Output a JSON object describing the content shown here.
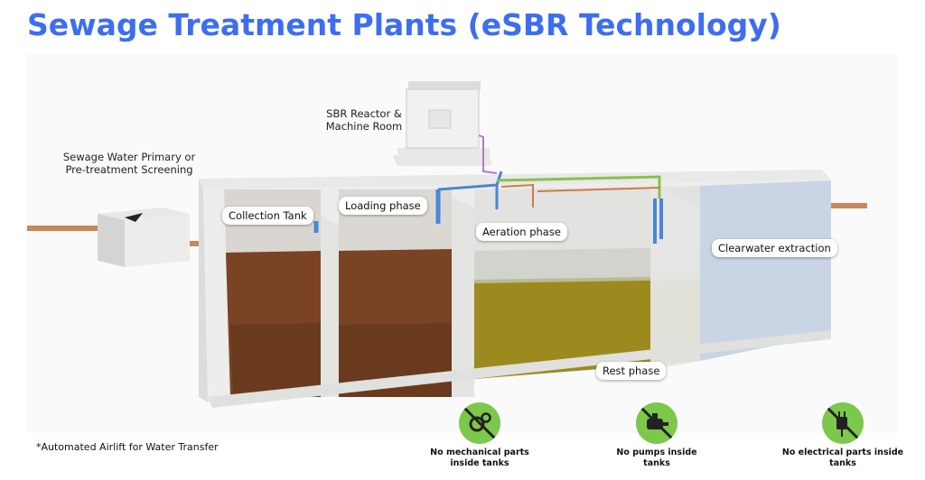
{
  "title": "Sewage Treatment Plants (eSBR Technology)",
  "labels": {
    "screening": "Sewage Water Primary or Pre-treatment Screening",
    "reactor": "SBR Reactor & Machine Room"
  },
  "callouts": {
    "collection": "Collection Tank",
    "loading": "Loading phase",
    "aeration": "Aeration phase",
    "clearwater": "Clearwater extraction",
    "rest": "Rest phase"
  },
  "footnote": "*Automated Airlift for Water Transfer",
  "badges": [
    {
      "icon": "gears-icon",
      "label": "No mechanical parts inside tanks"
    },
    {
      "icon": "pump-icon",
      "label": "No pumps inside tanks"
    },
    {
      "icon": "plug-icon",
      "label": "No electrical parts inside tanks"
    }
  ],
  "colors": {
    "title": "#3d6ef0",
    "badge": "#7cc84a",
    "sludge": "#7a4424",
    "aeration_water": "#9c8a1e",
    "clear_water": "#c9d4e4",
    "pipe_blue": "#4a86d8"
  }
}
